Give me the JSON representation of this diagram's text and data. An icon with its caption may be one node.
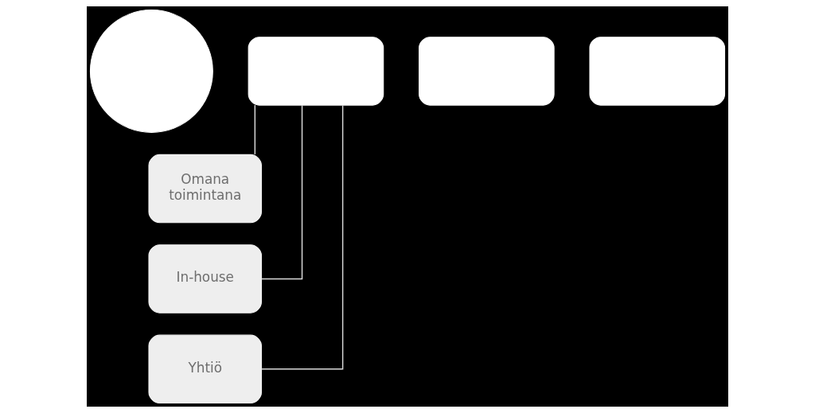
{
  "diagram": {
    "nodes": [
      {
        "text": [],
        "shape": "circle"
      },
      {
        "text": [],
        "shape": "box"
      },
      {
        "text": [],
        "shape": "box"
      },
      {
        "text": [],
        "shape": "box"
      },
      {
        "text": [
          "Omana toimintana"
        ]
      },
      {
        "text": [
          "In-house"
        ]
      },
      {
        "text": [
          "Yhtiö"
        ]
      }
    ],
    "edges": [
      {
        "from": 1,
        "to": 4,
        "arrow": "none"
      },
      {
        "from": 1,
        "to": 5,
        "arrow": "none"
      },
      {
        "from": 1,
        "to": 6,
        "arrow": "none"
      }
    ]
  }
}
